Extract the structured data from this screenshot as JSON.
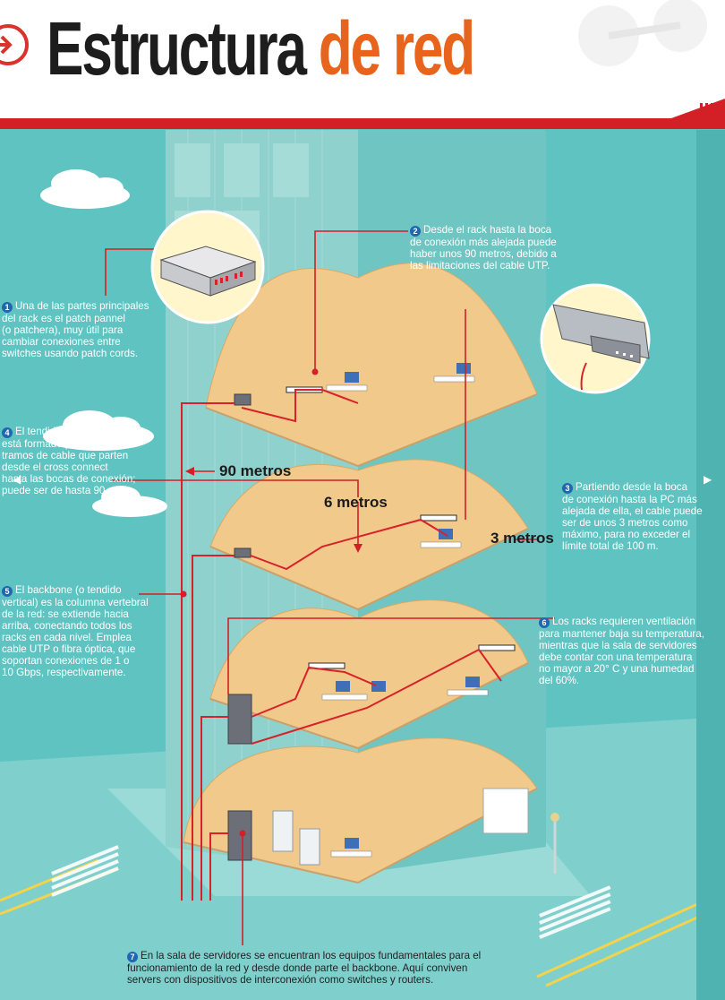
{
  "header": {
    "title_part1": "Estructura",
    "title_part2": "de red",
    "accent_color": "#e8641c",
    "title_color": "#1d1d1d",
    "band_color": "#d31f26",
    "icon": "arrow-right-circle-icon"
  },
  "notes": [
    {
      "num": "1",
      "lines": [
        "Una de las partes principales",
        "del rack es el patch pannel",
        "(o patchera), muy útil para",
        "cambiar conexiones entre",
        "switches usando patch cords."
      ]
    },
    {
      "num": "2",
      "lines": [
        "Desde el rack hasta la boca",
        "de conexión más alejada puede",
        "haber unos 90 metros, debido a",
        "las limitaciones del cable UTP."
      ]
    },
    {
      "num": "3",
      "lines": [
        "Partiendo desde la boca",
        "de conexión hasta la PC más",
        "alejada de ella, el cable puede",
        "ser de unos 3 metros como",
        "máximo, para no exceder el",
        "límite total de 100 m."
      ]
    },
    {
      "num": "4",
      "lines": [
        "El tendido horizontal",
        "está formado por los",
        "tramos de cable que parten",
        "desde el cross connect",
        "hasta las bocas de conexión;",
        "puede ser de hasta 90 m."
      ]
    },
    {
      "num": "5",
      "lines": [
        "El backbone (o tendido",
        "vertical) es la columna vertebral",
        "de la red: se extiende hacia",
        "arriba, conectando todos los",
        "racks en cada nivel. Emplea",
        "cable UTP o fibra óptica, que",
        "soportan conexiones de 1 o",
        "10 Gbps, respectivamente."
      ]
    },
    {
      "num": "6",
      "lines": [
        "Los racks requieren ventilación",
        "para mantener baja su temperatura,",
        "mientras que la sala de servidores",
        "debe contar con una temperatura",
        "no mayor a 20° C y una humedad",
        "del 60%."
      ]
    },
    {
      "num": "7",
      "lines": [
        "En la sala de servidores se encuentran los equipos fundamentales para el",
        "funcionamiento de la red y desde donde parte el backbone. Aquí conviven",
        "servers con dispositivos de interconexión como switches y routers."
      ]
    }
  ],
  "measurements": {
    "m90": "90 metros",
    "m6": "6 metros",
    "m3": "3 metros"
  },
  "colors": {
    "background": "#5ec3c1",
    "floor": "#f1c98a",
    "cable": "#d8212a",
    "tower": "#8fd1cc"
  }
}
